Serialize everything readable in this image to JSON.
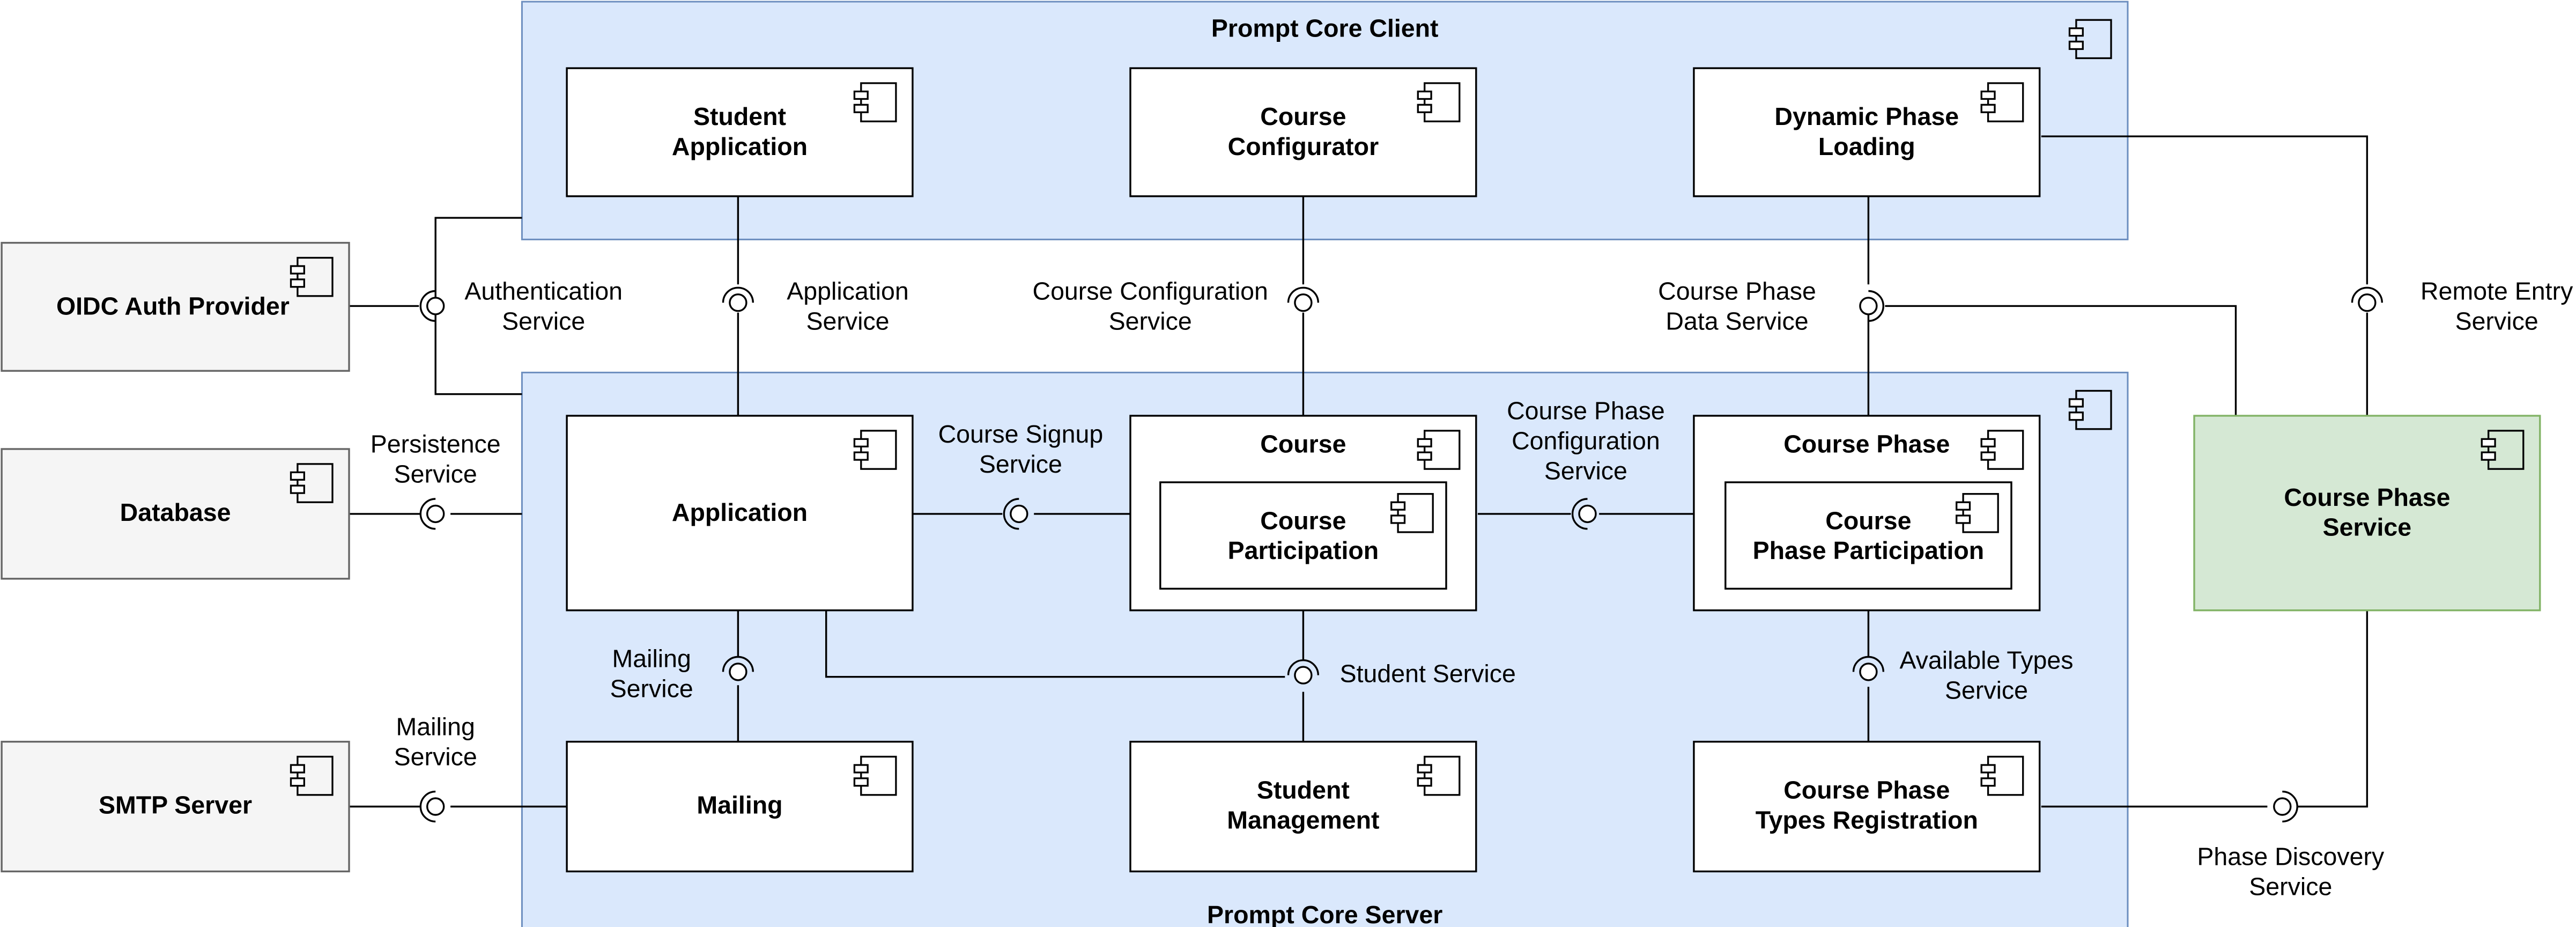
{
  "containers": {
    "client": {
      "title": "Prompt Core Client"
    },
    "server": {
      "title": "Prompt Core Server"
    }
  },
  "components": {
    "student_application": {
      "lines": [
        "Student",
        "Application"
      ]
    },
    "course_configurator": {
      "lines": [
        "Course",
        "Configurator"
      ]
    },
    "dynamic_phase_loading": {
      "lines": [
        "Dynamic Phase",
        "Loading"
      ]
    },
    "oidc_auth_provider": {
      "lines": [
        "OIDC Auth Provider"
      ]
    },
    "database": {
      "lines": [
        "Database"
      ]
    },
    "smtp_server": {
      "lines": [
        "SMTP Server"
      ]
    },
    "application": {
      "lines": [
        "Application"
      ]
    },
    "course": {
      "lines": [
        "Course"
      ]
    },
    "course_participation": {
      "lines": [
        "Course",
        "Participation"
      ]
    },
    "course_phase": {
      "lines": [
        "Course Phase"
      ]
    },
    "course_phase_participation": {
      "lines": [
        "Course",
        "Phase Participation"
      ]
    },
    "course_phase_service": {
      "lines": [
        "Course Phase",
        "Service"
      ]
    },
    "mailing": {
      "lines": [
        "Mailing"
      ]
    },
    "student_management": {
      "lines": [
        "Student",
        "Management"
      ]
    },
    "course_phase_types_registration": {
      "lines": [
        "Course Phase",
        "Types Registration"
      ]
    }
  },
  "interfaces": {
    "authentication_service": {
      "lines": [
        "Authentication",
        "Service"
      ]
    },
    "application_service": {
      "lines": [
        "Application",
        "Service"
      ]
    },
    "course_configuration_service": {
      "lines": [
        "Course Configuration",
        "Service"
      ]
    },
    "course_phase_data_service": {
      "lines": [
        "Course Phase",
        "Data Service"
      ]
    },
    "remote_entry_service": {
      "lines": [
        "Remote Entry",
        "Service"
      ]
    },
    "persistence_service": {
      "lines": [
        "Persistence",
        "Service"
      ]
    },
    "course_signup_service": {
      "lines": [
        "Course Signup",
        "Service"
      ]
    },
    "course_phase_configuration_service": {
      "lines": [
        "Course Phase",
        "Configuration",
        "Service"
      ]
    },
    "mailing_service_internal": {
      "lines": [
        "Mailing",
        "Service"
      ]
    },
    "student_service": {
      "lines": [
        "Student Service"
      ]
    },
    "available_types_service": {
      "lines": [
        "Available Types",
        "Service"
      ]
    },
    "mailing_service_external": {
      "lines": [
        "Mailing",
        "Service"
      ]
    },
    "phase_discovery_service": {
      "lines": [
        "Phase Discovery",
        "Service"
      ]
    }
  },
  "colors": {
    "container_fill": "#dae8fc",
    "container_stroke": "#6c8ebf",
    "external_fill": "#f5f5f5",
    "external_stroke": "#666666",
    "external_text": "#333333",
    "service_fill": "#d5e8d4",
    "service_stroke": "#82b366",
    "component_fill": "#ffffff",
    "line": "#000000"
  }
}
